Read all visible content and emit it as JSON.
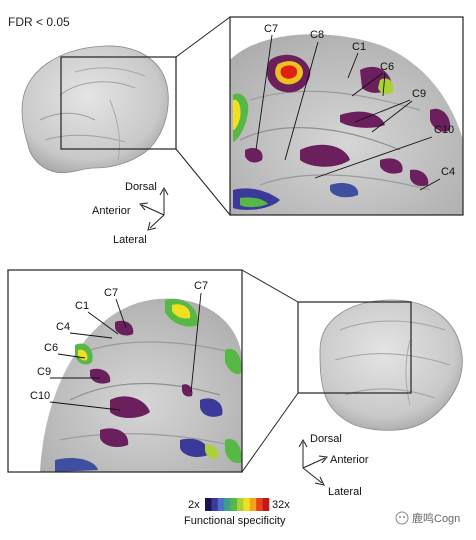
{
  "header": {
    "fdr_label": "FDR < 0.05"
  },
  "top_panel": {
    "labels": [
      "C7",
      "C8",
      "C1",
      "C6",
      "C9",
      "C10",
      "C4"
    ]
  },
  "top_orientation": {
    "dorsal": "Dorsal",
    "anterior": "Anterior",
    "lateral": "Lateral"
  },
  "bottom_panel": {
    "labels": [
      "C7",
      "C1",
      "C4",
      "C6",
      "C9",
      "C10",
      "C7"
    ]
  },
  "bottom_orientation": {
    "dorsal": "Dorsal",
    "anterior": "Anterior",
    "lateral": "Lateral"
  },
  "colorbar": {
    "min_label": "2x",
    "max_label": "32x",
    "title": "Functional specificity",
    "colors": [
      "#1c1450",
      "#3b3a9a",
      "#4f6fc4",
      "#3f9f8d",
      "#57b846",
      "#a9d238",
      "#f0e020",
      "#f6a21c",
      "#e8421c",
      "#c01818"
    ]
  },
  "watermark": {
    "text": "鹿鸣Cogn"
  }
}
